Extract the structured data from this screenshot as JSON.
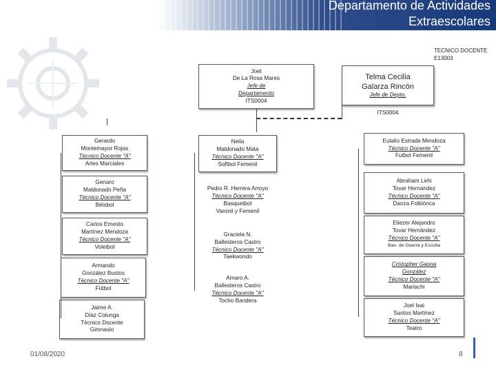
{
  "header": {
    "title_line1": "Departamento de Actividades",
    "title_line2": "Extraescolares"
  },
  "tecnico_docente": {
    "line1": "TECNICO DOCENTE",
    "line2": "E13003"
  },
  "head": {
    "lines": [
      "Joel",
      "De La Rosa Mares",
      "Jefe de",
      "Departamento",
      "ITS0004"
    ]
  },
  "telma": {
    "name1": "Telma Cecilia",
    "name2": "Galarza Rincón",
    "role": "Jefe de Depto.",
    "code": "ITS0004"
  },
  "col1": [
    {
      "lines": [
        "Gerardo",
        "Montemayor Rojas",
        "Técnico Docente \"A\"",
        "Artes Marciales"
      ]
    },
    {
      "lines": [
        "Genaro",
        "Maldonado Peña",
        "Técnico Docente \"A\"",
        "Béisbol"
      ]
    },
    {
      "lines": [
        "Carlos Ernesto",
        "Martínez Mendoza",
        "Técnico Docente \"A\"",
        "Voleibol"
      ]
    },
    {
      "lines": [
        "Armando",
        "González Bustos",
        "Técnico Docente \"A\"",
        "Fútbol"
      ]
    },
    {
      "lines": [
        "Jaime A.",
        "Díaz Colunga",
        "Técnico Docente",
        "Gimnasio"
      ]
    }
  ],
  "col2": [
    {
      "lines": [
        "Neila",
        "Maldonado Mata",
        "Técnico Docente \"A\"",
        "Softbol Femenil"
      ]
    },
    {
      "lines": [
        "Pedro R. Herrera Arroyo",
        "Técnico Docente \"A\"",
        "Basquetbol",
        "Varonil y Femenil"
      ]
    },
    {
      "lines": [
        "Graciela N.",
        "Ballesteros Castro",
        "Técnico Docente \"A\"",
        "Taekwondo"
      ]
    },
    {
      "lines": [
        "Amaro A.",
        "Ballesteros Castro",
        "Técnico Docente \"A\"",
        "Tocho Bandera"
      ]
    }
  ],
  "col3": [
    {
      "lines": [
        "Eulalio Estrada Mendoza",
        "Técnico Docente \"A\"",
        "Futbol Femenil"
      ]
    },
    {
      "lines": [
        "Abraham Lehi",
        "Tovar Hernández",
        "Técnico Docente \"A\"",
        "Danza Folklórica"
      ]
    },
    {
      "lines": [
        "Eliezer Alejandro",
        "Tovar Hernández",
        "Técnico Docente \"A\"",
        "Ban. de Guerra y Escolta"
      ]
    },
    {
      "lines": [
        "Cristopher Gaona",
        "González",
        "Técnico Docente \"A\"",
        "Mariachi"
      ]
    },
    {
      "lines": [
        "Joel Isai",
        "Santos Martínez",
        "Técnico Docente \"A\"",
        "Teatro"
      ]
    }
  ],
  "footer": {
    "date": "01/08/2020",
    "page": "8"
  }
}
